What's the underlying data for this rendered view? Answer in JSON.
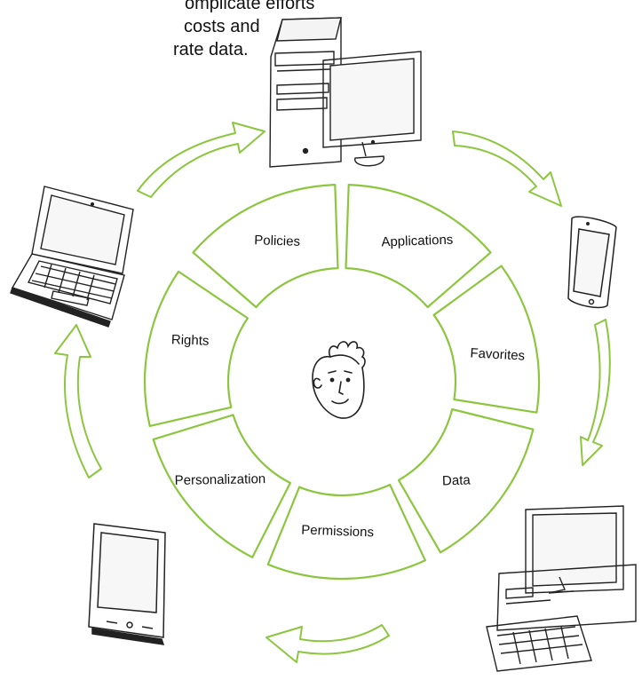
{
  "caption": {
    "lines": [
      "omplicate efforts",
      "costs and",
      "rate data."
    ]
  },
  "wheel": {
    "segments": [
      {
        "label": "Policies"
      },
      {
        "label": "Applications"
      },
      {
        "label": "Favorites"
      },
      {
        "label": "Data"
      },
      {
        "label": "Permissions"
      },
      {
        "label": "Personalization"
      },
      {
        "label": "Rights"
      }
    ]
  },
  "colors": {
    "accent": "#8cc63f",
    "ink": "#222222",
    "text": "#111111"
  },
  "icons": {
    "center": "user-face-icon",
    "devices": [
      "desktop-computer-icon",
      "tablet-icon",
      "desktop-computer-icon",
      "tablet-with-stylus-icon",
      "laptop-icon"
    ],
    "arrows": [
      "cycle-arrow-icon",
      "cycle-arrow-icon",
      "cycle-arrow-icon",
      "cycle-arrow-icon",
      "cycle-arrow-icon"
    ]
  }
}
